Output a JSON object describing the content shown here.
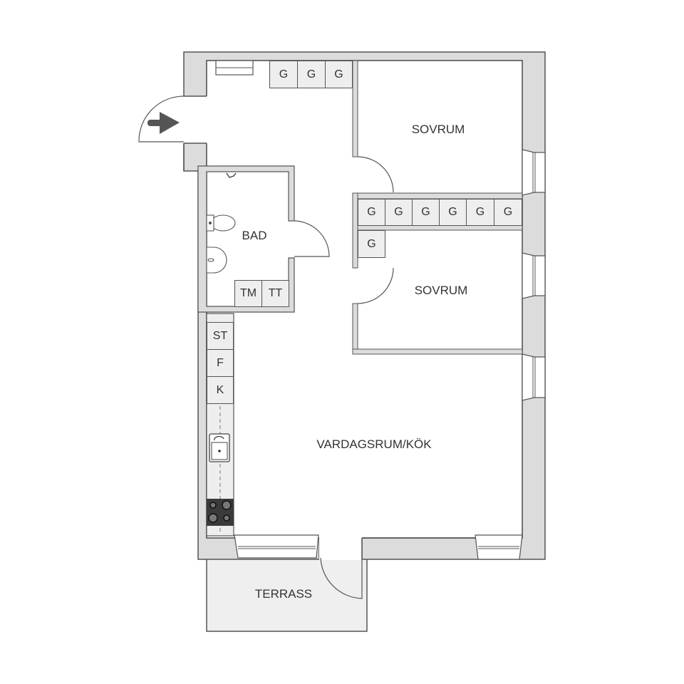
{
  "floorplan": {
    "rooms": {
      "bedroom_top": "SOVRUM",
      "bedroom_bottom": "SOVRUM",
      "bathroom": "BAD",
      "living_kitchen": "VARDAGSRUM/KÖK",
      "terrace": "TERRASS"
    },
    "closets_hall": [
      "G",
      "G",
      "G"
    ],
    "closets_bedroom_row": [
      "G",
      "G",
      "G",
      "G",
      "G",
      "G"
    ],
    "closet_bedroom_single": "G",
    "bathroom_appliances": [
      "TM",
      "TT"
    ],
    "kitchen_units": [
      "ST",
      "F",
      "K"
    ],
    "icons": {
      "entrance": "entrance-arrow-icon",
      "toilet": "toilet-icon",
      "sink": "washbasin-icon",
      "kitchen_sink": "kitchen-sink-icon",
      "stove": "stove-icon",
      "shower": "shower-icon"
    },
    "colors": {
      "wall_fill": "#dcdcdc",
      "wall_line": "#555555",
      "cabinet_fill": "#eeeeee",
      "terrace_fill": "#efefef",
      "stove_fill": "#3a3a3a",
      "arrow": "#555555"
    }
  }
}
